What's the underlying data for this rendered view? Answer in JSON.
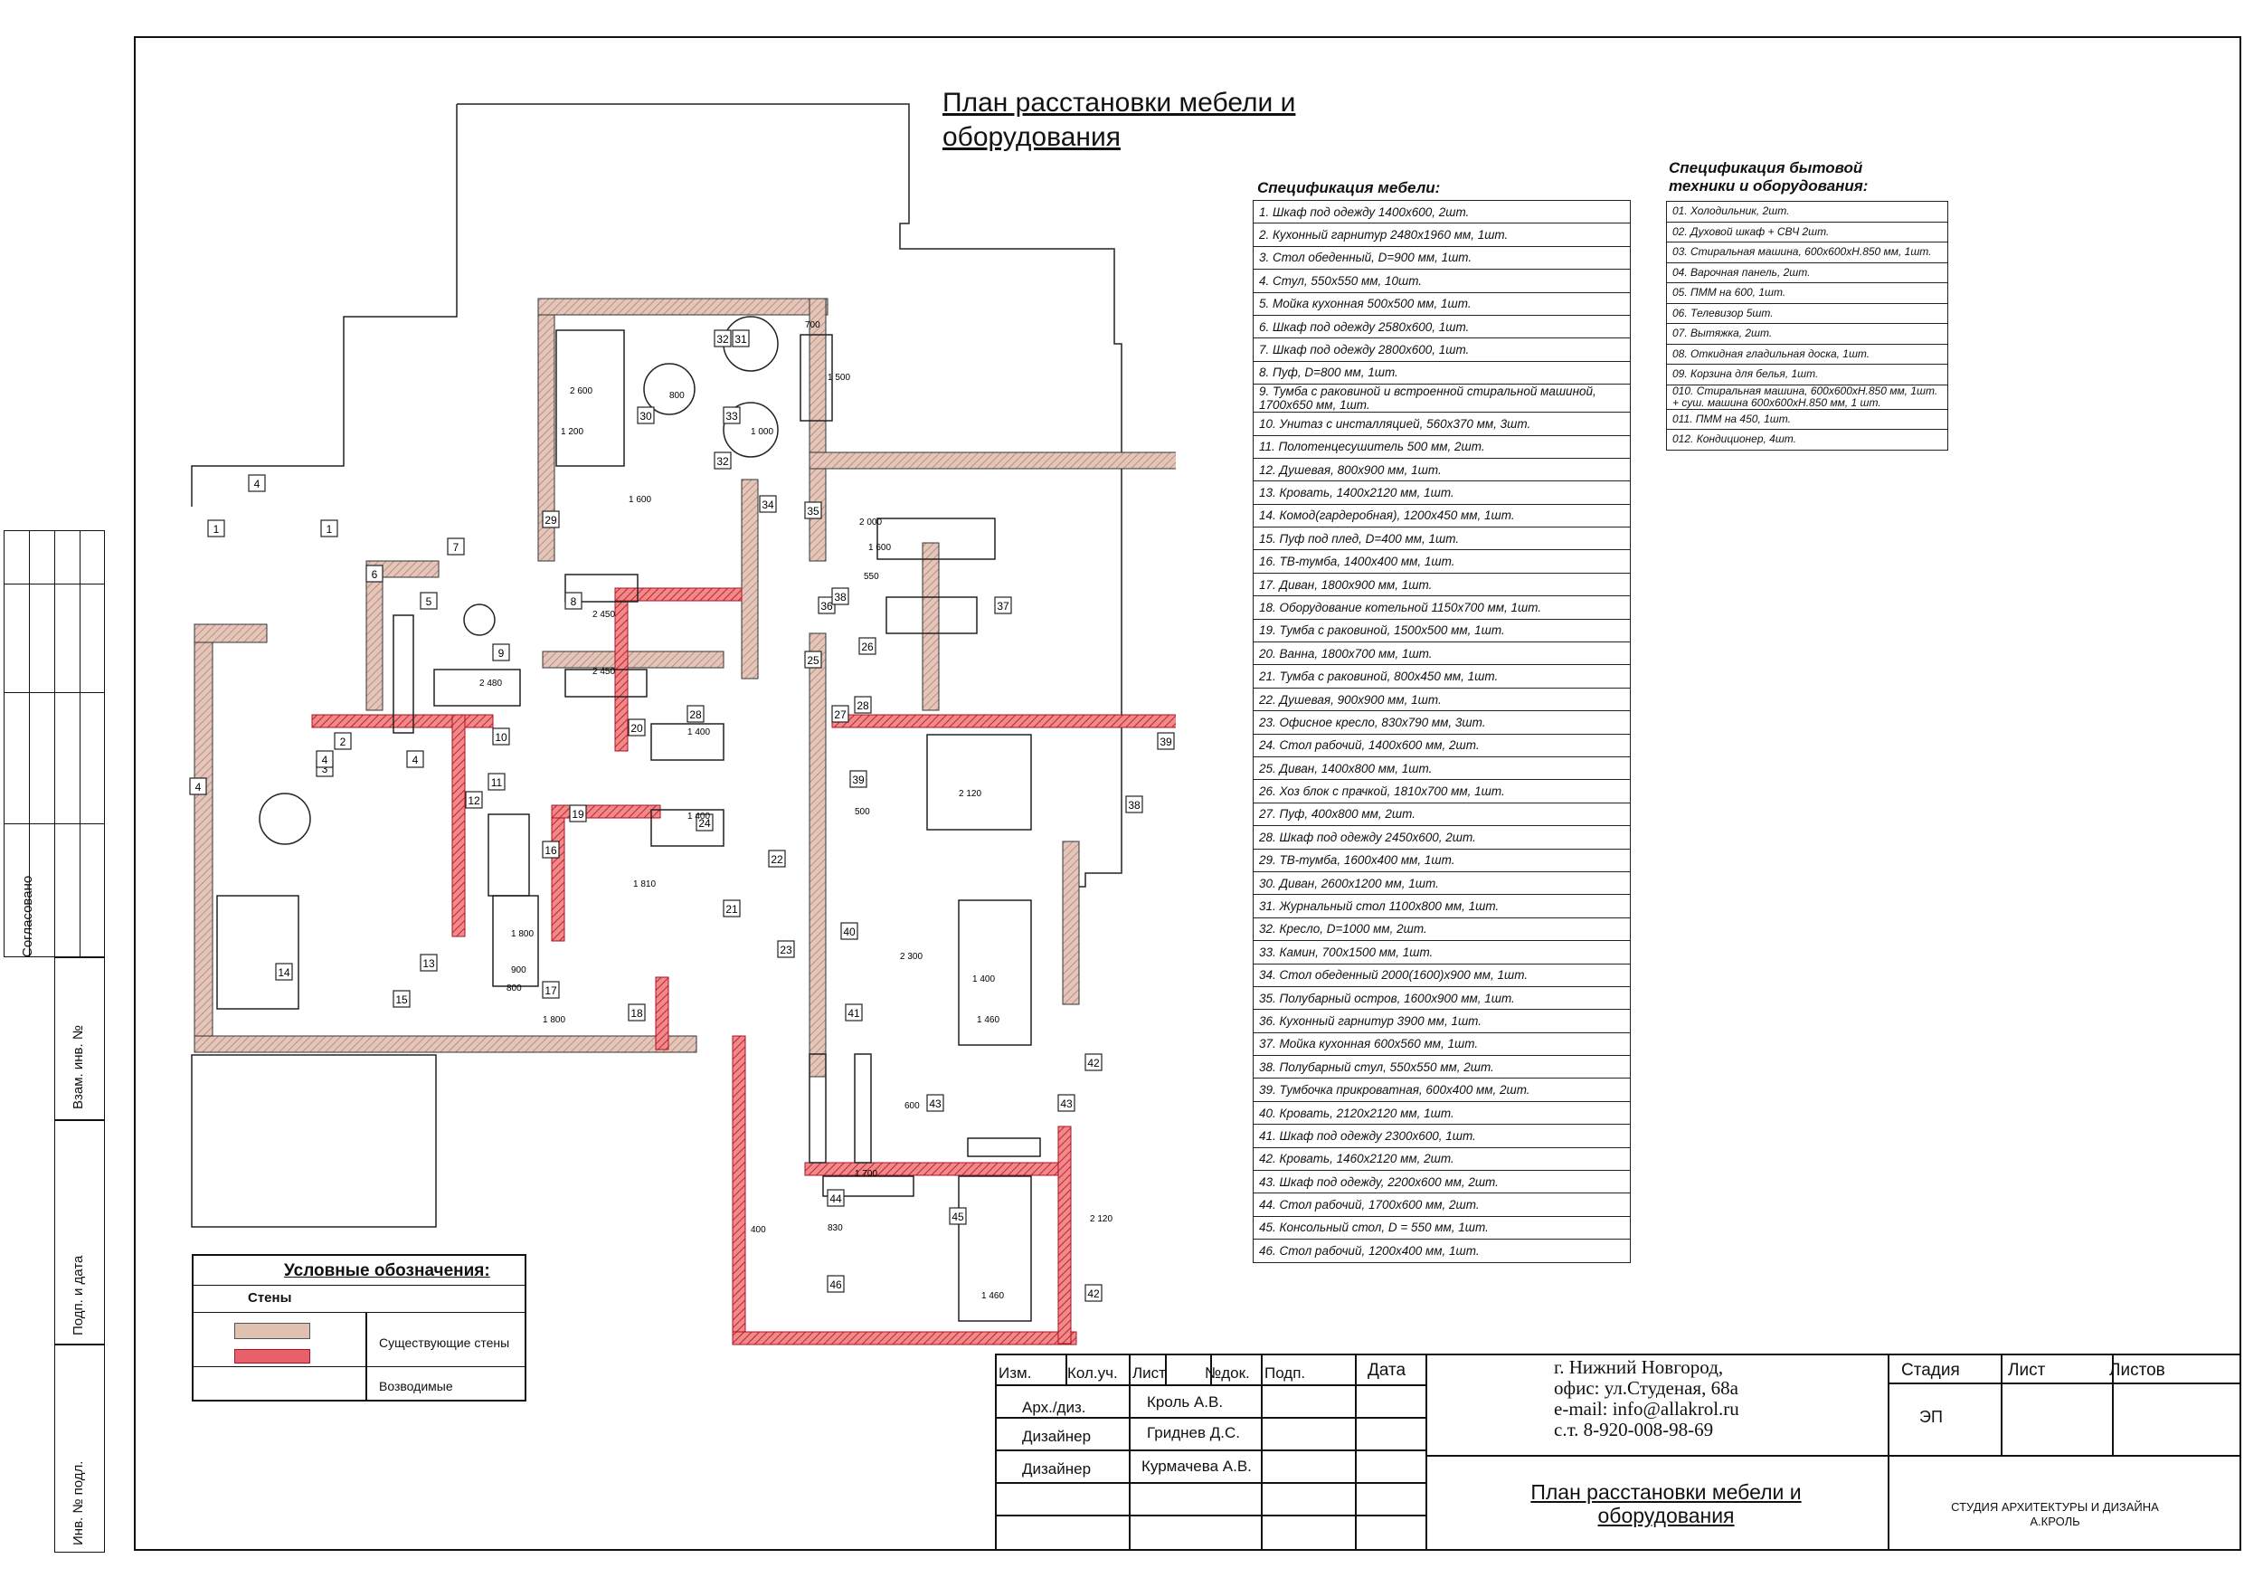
{
  "title": {
    "line1": "План расстановки мебели и",
    "line2": "оборудования"
  },
  "furniture_spec": {
    "title": "Спецификация мебели:",
    "items": [
      "1. Шкаф под одежду 1400х600, 2шт.",
      "2. Кухонный гарнитур 2480х1960 мм, 1шт.",
      "3. Стол обеденный, D=900 мм, 1шт.",
      "4. Стул, 550х550 мм, 10шт.",
      "5. Мойка кухонная 500х500 мм, 1шт.",
      "6. Шкаф под одежду 2580х600, 1шт.",
      "7. Шкаф под одежду 2800х600, 1шт.",
      "8. Пуф, D=800 мм, 1шт.",
      "9. Тумба с раковиной и встроенной стиральной машиной, 1700х650 мм, 1шт.",
      "10. Унитаз с инсталляцией, 560х370 мм, 3шт.",
      "11. Полотенцесушитель 500 мм, 2шт.",
      "12. Душевая, 800х900 мм, 1шт.",
      "13. Кровать, 1400х2120 мм, 1шт.",
      "14. Комод(гардеробная), 1200х450 мм, 1шт.",
      "15. Пуф под плед, D=400 мм, 1шт.",
      "16. ТВ-тумба, 1400х400 мм, 1шт.",
      "17. Диван, 1800х900 мм, 1шт.",
      "18. Оборудование котельной 1150х700 мм, 1шт.",
      "19. Тумба с раковиной, 1500х500 мм, 1шт.",
      "20. Ванна, 1800х700 мм, 1шт.",
      "21. Тумба с раковиной, 800х450 мм, 1шт.",
      "22. Душевая, 900х900 мм, 1шт.",
      "23. Офисное кресло, 830х790 мм, 3шт.",
      "24. Стол рабочий, 1400х600 мм, 2шт.",
      "25. Диван, 1400х800 мм, 1шт.",
      "26. Хоз блок с прачкой, 1810х700 мм, 1шт.",
      "27. Пуф, 400х800 мм, 2шт.",
      "28. Шкаф под одежду 2450х600, 2шт.",
      "29. ТВ-тумба, 1600х400 мм, 1шт.",
      "30. Диван, 2600х1200 мм, 1шт.",
      "31. Журнальный стол 1100х800 мм, 1шт.",
      "32. Кресло, D=1000 мм, 2шт.",
      "33. Камин, 700х1500 мм, 1шт.",
      "34. Стол обеденный 2000(1600)х900 мм, 1шт.",
      "35. Полубарный остров, 1600х900 мм, 1шт.",
      "36. Кухонный гарнитур 3900 мм, 1шт.",
      "37. Мойка кухонная 600х560 мм, 1шт.",
      "38. Полубарный стул, 550х550 мм, 2шт.",
      "39. Тумбочка прикроватная, 600х400 мм, 2шт.",
      "40. Кровать, 2120х2120 мм, 1шт.",
      "41. Шкаф под одежду 2300х600, 1шт.",
      "42. Кровать, 1460х2120 мм, 2шт.",
      "43. Шкаф под одежду, 2200х600 мм, 2шт.",
      "44. Стол рабочий, 1700х600 мм, 2шт.",
      "45. Консольный стол, D = 550 мм, 1шт.",
      "46. Стол рабочий, 1200х400 мм, 1шт."
    ]
  },
  "equipment_spec": {
    "title_line1": "Спецификация бытовой",
    "title_line2": "техники и оборудования:",
    "items": [
      "01. Холодильник, 2шт.",
      "02. Духовой шкаф + СВЧ 2шт.",
      "03. Стиральная машина,  600х600хН.850 мм, 1шт.",
      "04. Варочная панель, 2шт.",
      "05. ПММ на 600, 1шт.",
      "06. Телевизор 5шт.",
      "07. Вытяжка, 2шт.",
      "08. Откидная гладильная доска, 1шт.",
      "09. Корзина для белья, 1шт.",
      "010. Стиральная машина,  600х600хН.850 мм, 1шт. + суш. машина  600х600хН.850 мм, 1 шт.",
      "011. ПММ на 450, 1шт.",
      "012. Кондиционер, 4шт."
    ]
  },
  "legend": {
    "title": "Условные обозначения:",
    "subtitle": "Стены",
    "existing": "Существующие стены",
    "new": "Возводимые",
    "colors": {
      "existing": "#d9b8a8",
      "new": "#e0505a"
    }
  },
  "left_stamp": {
    "approved": "Согласовано",
    "inv_replace": "Взам. инв. №",
    "sign_date": "Подп. и дата",
    "inv_orig": "Инв. № подл."
  },
  "title_block": {
    "headers": [
      "Изм.",
      "Кол.уч.",
      "Лист",
      "№док.",
      "Подп.",
      "Дата"
    ],
    "rows": [
      {
        "role": "Арх./диз.",
        "name": "Кроль А.В."
      },
      {
        "role": "Дизайнер",
        "name": "Гриднев Д.С."
      },
      {
        "role": "Дизайнер",
        "name": "Курмачева А.В."
      }
    ],
    "address": [
      "г. Нижний Новгород,",
      "офис: ул.Студеная, 68а",
      "e-mail: info@allakrol.ru",
      "с.т. 8-920-008-98-69"
    ],
    "stage_label": "Стадия",
    "sheet_label": "Лист",
    "sheets_label": "Листов",
    "stage": "ЭП",
    "drawing_title": [
      "План расстановки мебели и",
      "оборудования"
    ],
    "studio": [
      "СТУДИЯ АРХИТЕКТУРЫ И ДИЗАЙНА",
      "А.КРОЛЬ"
    ]
  },
  "plan_labels": {
    "markers": [
      "1",
      "1",
      "2",
      "3",
      "4",
      "4",
      "4",
      "4",
      "5",
      "6",
      "7",
      "8",
      "9",
      "10",
      "11",
      "12",
      "13",
      "14",
      "15",
      "16",
      "17",
      "18",
      "19",
      "20",
      "21",
      "22",
      "23",
      "24",
      "25",
      "26",
      "27",
      "28",
      "28",
      "29",
      "30",
      "31",
      "32",
      "32",
      "33",
      "34",
      "35",
      "36",
      "37",
      "38",
      "38",
      "39",
      "39",
      "40",
      "41",
      "42",
      "42",
      "43",
      "43",
      "44",
      "45",
      "46"
    ],
    "dims": [
      "1 600",
      "2 000",
      "1 600",
      "550",
      "2 450",
      "2 450",
      "1 400",
      "1 400",
      "1 200",
      "2 600",
      "800",
      "1 000",
      "1 500",
      "700",
      "2 480",
      "1 810",
      "2 120",
      "1 400",
      "1 460",
      "1 460",
      "2 120",
      "1 700",
      "2 300",
      "1 800",
      "900",
      "800",
      "1 800",
      "600",
      "500",
      "830",
      "400"
    ]
  }
}
